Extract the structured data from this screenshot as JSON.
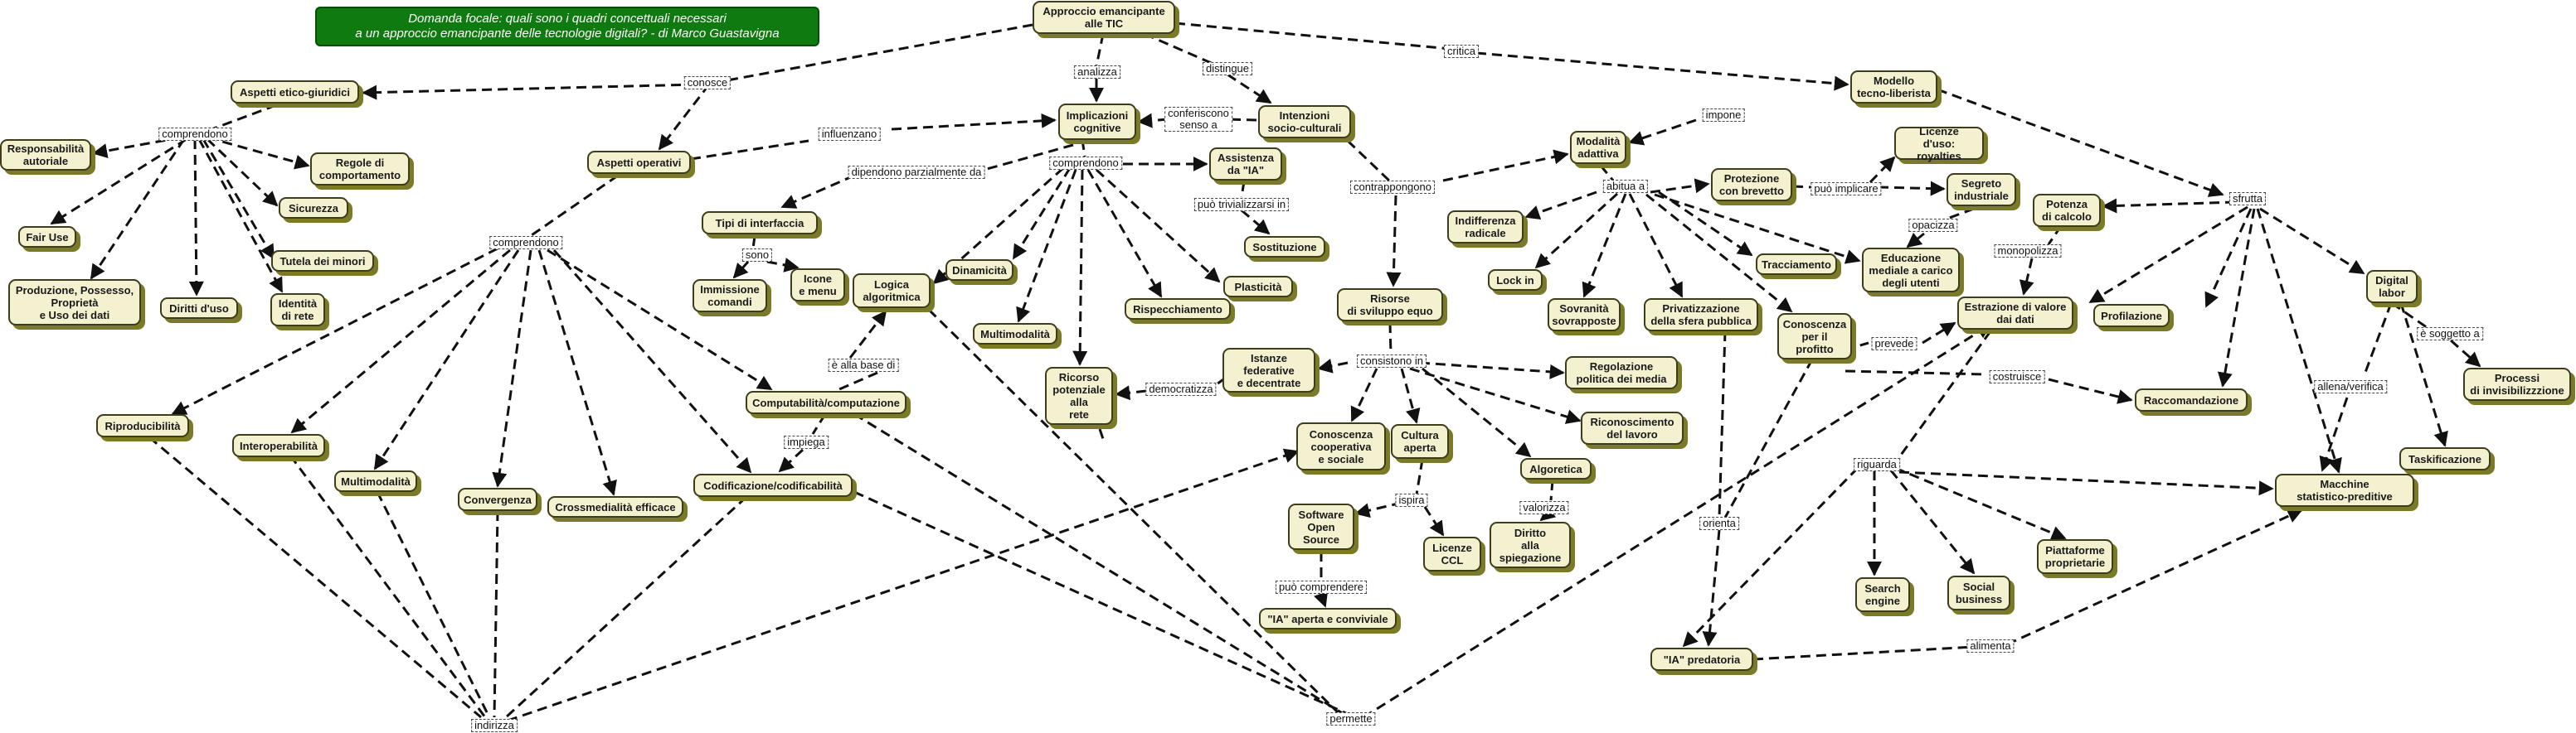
{
  "title": {
    "line1": "Domanda focale: quali sono i quadri concettuali necessari",
    "line2": "a un approccio emancipante delle tecnologie digitali?  - di Marco Guastavigna"
  },
  "nodes": [
    {
      "id": "root",
      "text": "Approccio emancipante\nalle TIC"
    },
    {
      "id": "etico",
      "text": "Aspetti etico-giuridici"
    },
    {
      "id": "operativi",
      "text": "Aspetti operativi"
    },
    {
      "id": "implicazioni",
      "text": "Implicazioni\ncognitive"
    },
    {
      "id": "intenzioni",
      "text": "Intenzioni\nsocio-culturali"
    },
    {
      "id": "modello",
      "text": "Modello\ntecno-liberista"
    },
    {
      "id": "resp",
      "text": "Responsabilità\nautoriale"
    },
    {
      "id": "regole",
      "text": "Regole di\ncomportamento"
    },
    {
      "id": "sicurezza",
      "text": "Sicurezza"
    },
    {
      "id": "fairuse",
      "text": "Fair Use"
    },
    {
      "id": "tutela",
      "text": "Tutela dei minori"
    },
    {
      "id": "produzione",
      "text": "Produzione, Possesso,\nProprietà\ne Uso dei dati"
    },
    {
      "id": "diritti",
      "text": "Diritti d'uso"
    },
    {
      "id": "identita",
      "text": "Identità\ndi rete"
    },
    {
      "id": "assistenza",
      "text": "Assistenza\nda \"IA\""
    },
    {
      "id": "sostituzione",
      "text": "Sostituzione"
    },
    {
      "id": "tipi",
      "text": "Tipi di interfaccia"
    },
    {
      "id": "immissione",
      "text": "Immissione\ncomandi"
    },
    {
      "id": "icone",
      "text": "Icone\ne menu"
    },
    {
      "id": "logica",
      "text": "Logica\nalgoritmica"
    },
    {
      "id": "dinamicita",
      "text": "Dinamicità"
    },
    {
      "id": "multimod2",
      "text": "Multimodalità"
    },
    {
      "id": "plasticita",
      "text": "Plasticità"
    },
    {
      "id": "rispecchiamento",
      "text": "Rispecchiamento"
    },
    {
      "id": "ricorso",
      "text": "Ricorso\npotenziale\nalla\nrete"
    },
    {
      "id": "risorse",
      "text": "Risorse\ndi sviluppo equo"
    },
    {
      "id": "istanze",
      "text": "Istanze\nfederative\ne decentrate"
    },
    {
      "id": "regolazione",
      "text": "Regolazione\npolitica dei media"
    },
    {
      "id": "riconoscimento",
      "text": "Riconoscimento\ndel lavoro"
    },
    {
      "id": "conoscenza_coop",
      "text": "Conoscenza\ncooperativa\ne sociale"
    },
    {
      "id": "cultura",
      "text": "Cultura\naperta"
    },
    {
      "id": "algoretica",
      "text": "Algoretica"
    },
    {
      "id": "software",
      "text": "Software\nOpen\nSource"
    },
    {
      "id": "licenze_ccl",
      "text": "Licenze\nCCL"
    },
    {
      "id": "diritto_spieg",
      "text": "Diritto\nalla\nspiegazione"
    },
    {
      "id": "ia_aperta",
      "text": "\"IA\" aperta e conviviale"
    },
    {
      "id": "computabilita",
      "text": "Computabilità/computazione"
    },
    {
      "id": "codificazione",
      "text": "Codificazione/codificabilità"
    },
    {
      "id": "riproducibilita",
      "text": "Riproducibilità"
    },
    {
      "id": "interoperabilita",
      "text": "Interoperabilità"
    },
    {
      "id": "multimod1",
      "text": "Multimodalità"
    },
    {
      "id": "convergenza",
      "text": "Convergenza"
    },
    {
      "id": "crossmedialita",
      "text": "Crossmedialità efficace"
    },
    {
      "id": "modalita",
      "text": "Modalità\nadattiva"
    },
    {
      "id": "indifferenza",
      "text": "Indifferenza\nradicale"
    },
    {
      "id": "lockin",
      "text": "Lock in"
    },
    {
      "id": "sovranita",
      "text": "Sovranità\nsovrapposte"
    },
    {
      "id": "privatizzazione",
      "text": "Privatizzazione\ndella sfera pubblica"
    },
    {
      "id": "protezione",
      "text": "Protezione\ncon brevetto"
    },
    {
      "id": "licenze_roy",
      "text": "Licenze\nd'uso: royalties"
    },
    {
      "id": "segreto",
      "text": "Segreto\nindustriale"
    },
    {
      "id": "tracciamento",
      "text": "Tracciamento"
    },
    {
      "id": "educazione",
      "text": "Educazione\nmediale a carico\ndegli utenti"
    },
    {
      "id": "conoscenza_prof",
      "text": "Conoscenza\nper il\nprofitto"
    },
    {
      "id": "potenza",
      "text": "Potenza\ndi calcolo"
    },
    {
      "id": "estrazione",
      "text": "Estrazione di valore\ndai dati"
    },
    {
      "id": "profilazione",
      "text": "Profilazione"
    },
    {
      "id": "digital",
      "text": "Digital\nlabor"
    },
    {
      "id": "processi",
      "text": "Processi\ndi invisibilizzzione"
    },
    {
      "id": "raccomandazione",
      "text": "Raccomandazione"
    },
    {
      "id": "taskificazione",
      "text": "Taskificazione"
    },
    {
      "id": "macchine",
      "text": "Macchine\nstatistico-preditive"
    },
    {
      "id": "search",
      "text": "Search\nengine"
    },
    {
      "id": "social",
      "text": "Social\nbusiness"
    },
    {
      "id": "piattaforme",
      "text": "Piattaforme\nproprietarie"
    },
    {
      "id": "ia_predatoria",
      "text": "\"IA\" predatoria"
    }
  ],
  "labels": [
    {
      "id": "L_conosce",
      "text": "conosce"
    },
    {
      "id": "L_analizza",
      "text": "analizza"
    },
    {
      "id": "L_distingue",
      "text": "distingue"
    },
    {
      "id": "L_critica",
      "text": "critica"
    },
    {
      "id": "L_comprendono1",
      "text": "comprendono"
    },
    {
      "id": "L_influenzano",
      "text": "influenzano"
    },
    {
      "id": "L_conferiscono",
      "text": "conferiscono\nsenso a"
    },
    {
      "id": "L_dipendono",
      "text": "dipendono parzialmente da"
    },
    {
      "id": "L_comprendono2",
      "text": "comprendono"
    },
    {
      "id": "L_puo_triv",
      "text": "può trivializzarsi in"
    },
    {
      "id": "L_sono",
      "text": "sono"
    },
    {
      "id": "L_comprendono3",
      "text": "comprendono"
    },
    {
      "id": "L_alla_base",
      "text": "è alla base di"
    },
    {
      "id": "L_impiega",
      "text": "impiega"
    },
    {
      "id": "L_contrappongono",
      "text": "contrappongono"
    },
    {
      "id": "L_consistono",
      "text": "consistono in"
    },
    {
      "id": "L_democratizza",
      "text": "democratizza"
    },
    {
      "id": "L_ispira",
      "text": "ispira"
    },
    {
      "id": "L_valorizza",
      "text": "valorizza"
    },
    {
      "id": "L_puo_comprendere",
      "text": "può comprendere"
    },
    {
      "id": "L_impone",
      "text": "impone"
    },
    {
      "id": "L_abitua",
      "text": "abitua a"
    },
    {
      "id": "L_puo_implicare",
      "text": "può implicare"
    },
    {
      "id": "L_opacizza",
      "text": "opacizza"
    },
    {
      "id": "L_monopolizza",
      "text": "monopolizza"
    },
    {
      "id": "L_sfrutta",
      "text": "sfrutta"
    },
    {
      "id": "L_prevede",
      "text": "prevede"
    },
    {
      "id": "L_costruisce",
      "text": "costruisce"
    },
    {
      "id": "L_soggetto",
      "text": "è soggetto a"
    },
    {
      "id": "L_allena",
      "text": "allena/verifica"
    },
    {
      "id": "L_riguarda",
      "text": "riguarda"
    },
    {
      "id": "L_orienta",
      "text": "orienta"
    },
    {
      "id": "L_alimenta",
      "text": "alimenta"
    },
    {
      "id": "L_indirizza",
      "text": "indirizza"
    },
    {
      "id": "L_permette",
      "text": "permette"
    }
  ]
}
